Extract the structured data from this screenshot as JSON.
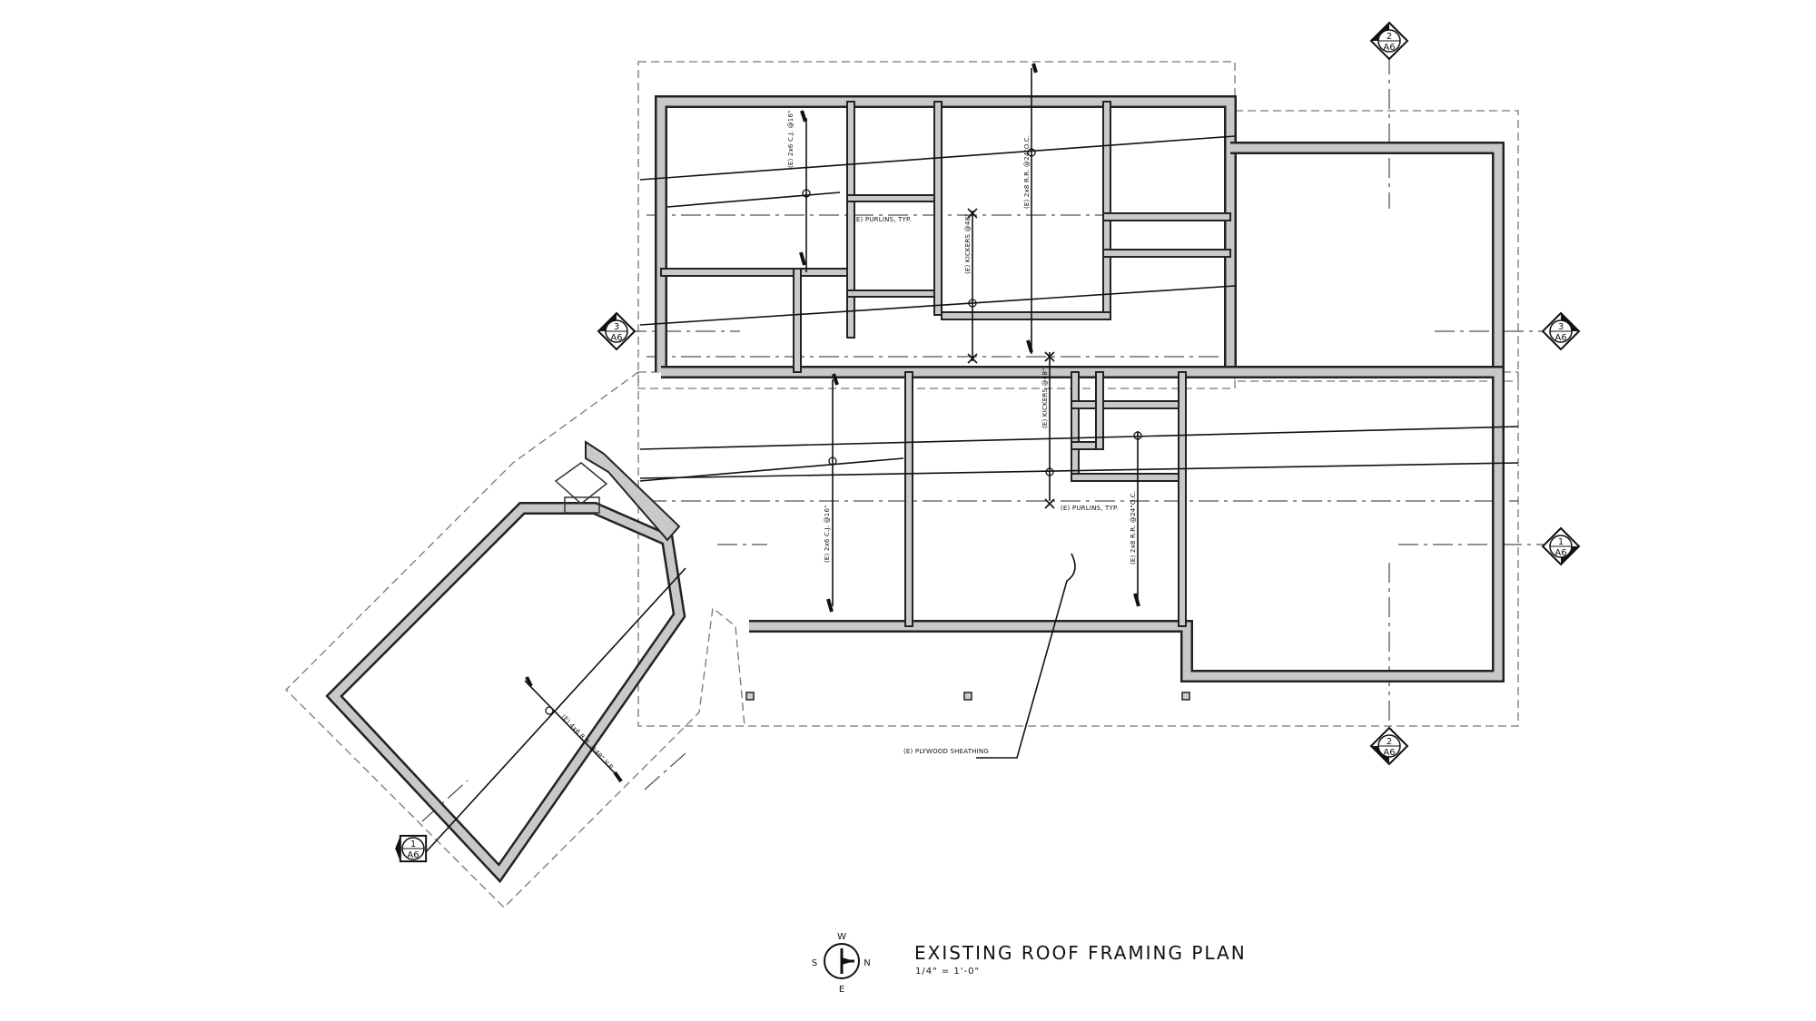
{
  "drawing": {
    "title": "EXISTING ROOF FRAMING PLAN",
    "scale": "1/4\" = 1'-0\""
  },
  "notes": {
    "ceiling_joists_1": "(E) 2x6 C.J. @16\"",
    "ceiling_joists_2": "(E) 2x6 C.J. @16\"",
    "rafters_1": "(E) 2x8 R.R. @24\"O.C.",
    "rafters_2": "(E) 2x8 R.R. @24\"O.C.",
    "rafters_3": "(E) 4x6 R.R. @48\" V.P.",
    "purlins_1": "(E) PURLINS, TYP.",
    "purlins_2": "(E) PURLINS, TYP.",
    "kickers_1": "(E) KICKERS @48\"",
    "kickers_2": "(E) KICKERS @48\"",
    "plywood": "(E) PLYWOOD SHEATHING"
  },
  "section_markers": [
    {
      "id": "2-top",
      "number": "2",
      "sheet": "A6"
    },
    {
      "id": "2-bottom",
      "number": "2",
      "sheet": "A6"
    },
    {
      "id": "3-left",
      "number": "3",
      "sheet": "A6"
    },
    {
      "id": "3-right",
      "number": "3",
      "sheet": "A6"
    },
    {
      "id": "1-right",
      "number": "1",
      "sheet": "A6"
    },
    {
      "id": "1-left",
      "number": "1",
      "sheet": "A6"
    }
  ],
  "compass": {
    "north": "N",
    "south": "S",
    "east": "E",
    "west": "W"
  }
}
